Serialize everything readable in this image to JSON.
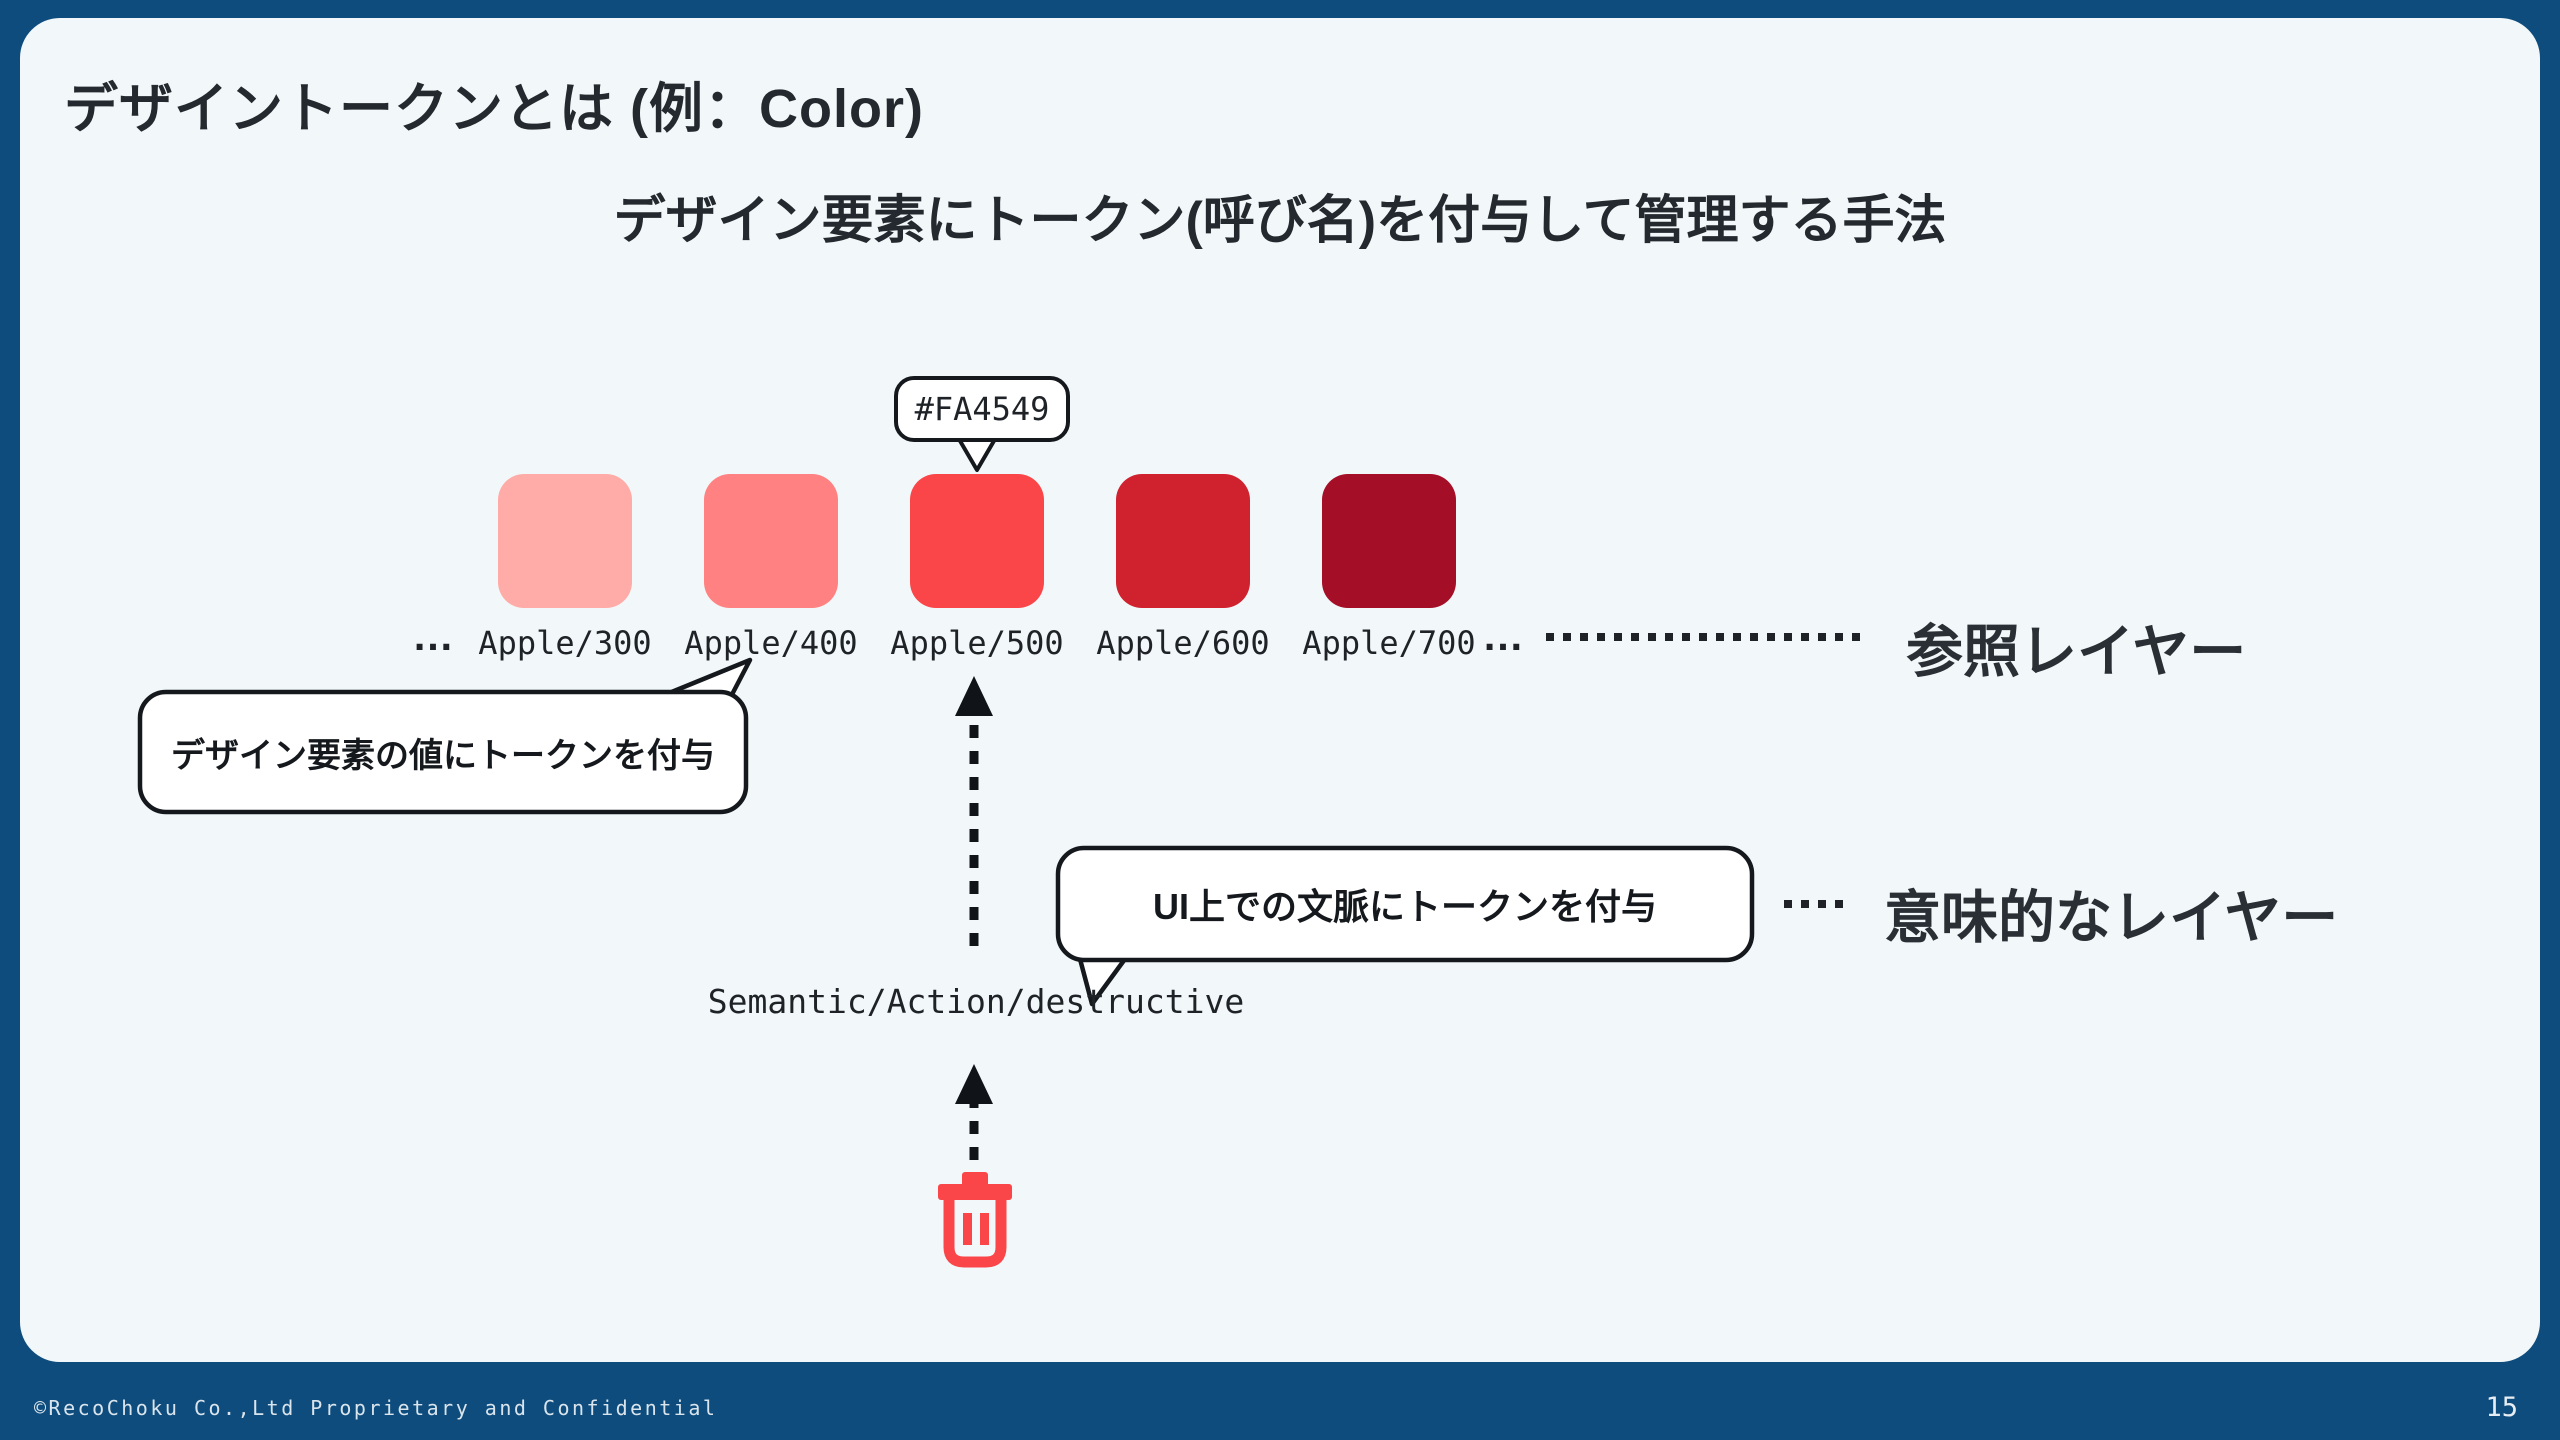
{
  "slide": {
    "title": "デザイントークンとは (例：Color)",
    "subtitle": "デザイン要素にトークン(呼び名)を付与して管理する手法"
  },
  "tooltip": {
    "label": "#FA4549"
  },
  "palette": {
    "ellipsis_left": "…",
    "ellipsis_right": "…",
    "swatches": [
      {
        "label": "Apple/300",
        "color": "#FFABA8"
      },
      {
        "label": "Apple/400",
        "color": "#FF8182"
      },
      {
        "label": "Apple/500",
        "color": "#FA4549"
      },
      {
        "label": "Apple/600",
        "color": "#CF222E"
      },
      {
        "label": "Apple/700",
        "color": "#A40E26"
      }
    ]
  },
  "layers": {
    "reference_label": "参照レイヤー",
    "semantic_label": "意味的なレイヤー"
  },
  "callouts": {
    "value_bubble": "デザイン要素の値にトークンを付与",
    "context_bubble": "UI上での文脈にトークンを付与"
  },
  "semantic_token": "Semantic/Action/destructive",
  "icons": {
    "trash": "trash-icon"
  },
  "footer": {
    "copyright": "©RecoChoku Co.,Ltd Proprietary and Confidential",
    "page_number": "15"
  },
  "colors": {
    "frame_blue": "#0E4C7D",
    "slide_background": "#F2F8F9",
    "text_dark": "#24292F",
    "accent_red": "#FA4549",
    "bubble_stroke": "#15191D"
  }
}
